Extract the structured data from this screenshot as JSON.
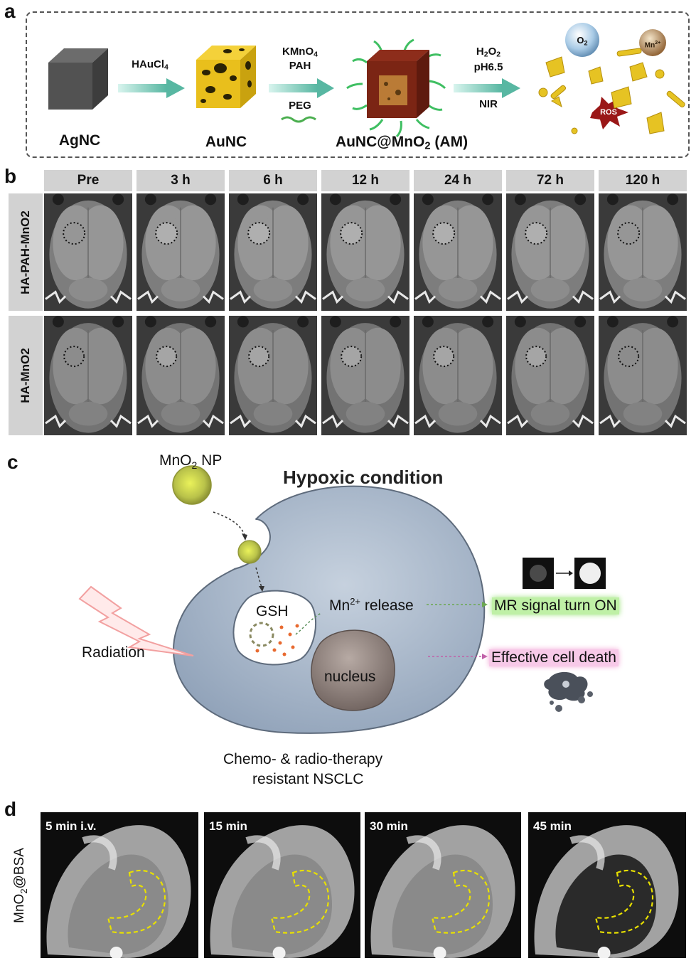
{
  "panel_letters": {
    "a": "a",
    "b": "b",
    "c": "c",
    "d": "d"
  },
  "panel_a": {
    "agnc": "AgNC",
    "step1": "HAuCl",
    "step1_sub": "4",
    "aunc": "AuNC",
    "step2_line1_pre": "KMnO",
    "step2_line1_sub": "4",
    "step2_line2": "PAH",
    "step2_line3": "PEG",
    "am_pre": "AuNC@MnO",
    "am_sub": "2",
    "am_post": " (AM)",
    "step3_line1_pre": "H",
    "step3_line1_sub1": "2",
    "step3_line1_mid": "O",
    "step3_line1_sub2": "2",
    "step3_line2": "pH6.5",
    "step3_line3": "NIR",
    "o2_pre": "O",
    "o2_sub": "2",
    "mn": "Mn",
    "mn_sup": "2+",
    "ros": "ROS"
  },
  "panel_b": {
    "timepoints": [
      "Pre",
      "3 h",
      "6 h",
      "12 h",
      "24 h",
      "72 h",
      "120 h"
    ],
    "rows": [
      "HA-PAH-MnO2",
      "HA-MnO2"
    ]
  },
  "panel_c": {
    "nanoparticle_pre": "MnO",
    "nanoparticle_sub": "2",
    "nanoparticle_post": " NP",
    "title": "Hypoxic condition",
    "gsh": "GSH",
    "mn_release_pre": "Mn",
    "mn_release_sup": "2+",
    "mn_release_post": " release",
    "radiation": "Radiation",
    "nucleus": "nucleus",
    "mr_signal": "MR signal turn ON",
    "cell_death": "Effective cell death",
    "caption_line1": "Chemo- & radio-therapy",
    "caption_line2": "resistant NSCLC"
  },
  "panel_d": {
    "row_label_pre": "MnO",
    "row_label_sub": "2",
    "row_label_post": "@BSA",
    "timepoints": [
      "5 min i.v.",
      "15 min",
      "30 min",
      "45 min"
    ]
  },
  "colors": {
    "header_gray": "#d2d2d2",
    "cell_blue": "#9fb0c6",
    "nucleus_brown": "#8d7f7a",
    "mr_green_glow": "#9be27a",
    "death_pink_glow": "#f2a6d6",
    "dashed_roi": "#e8e000"
  }
}
